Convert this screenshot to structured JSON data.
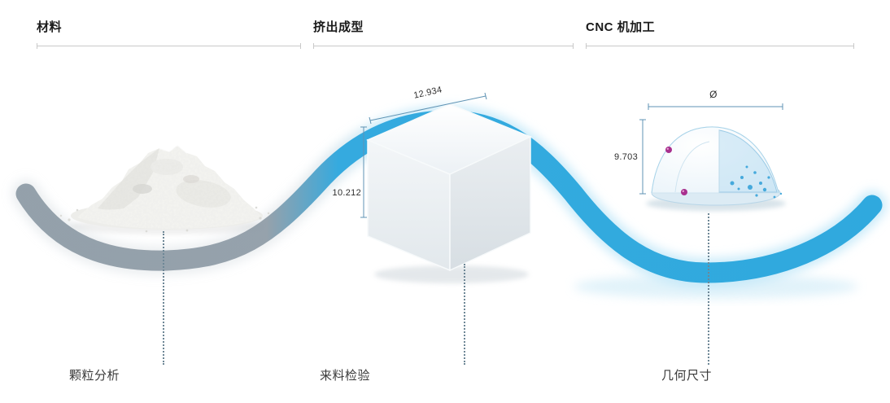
{
  "sections": [
    {
      "title": "材料"
    },
    {
      "title": "挤出成型"
    },
    {
      "title": "CNC 机加工"
    }
  ],
  "callouts": [
    {
      "label": "颗粒分析"
    },
    {
      "label": "来料检验"
    },
    {
      "label": "几何尺寸"
    }
  ],
  "dimensions": {
    "cube_width": "12.934",
    "cube_height": "10.212",
    "dome_diameter_symbol": "Ø",
    "dome_height": "9.703"
  },
  "colors": {
    "ribbon_blue": "#2fa9de",
    "ribbon_gray": "#8c99a4",
    "marker_magenta": "#a8308e",
    "speckle_blue": "#2e9fd8",
    "dimension_line": "#5f93b4",
    "header_text": "#1a1a1a",
    "label_text": "#3a3a3a",
    "rule_gray": "#c9c9c9"
  }
}
